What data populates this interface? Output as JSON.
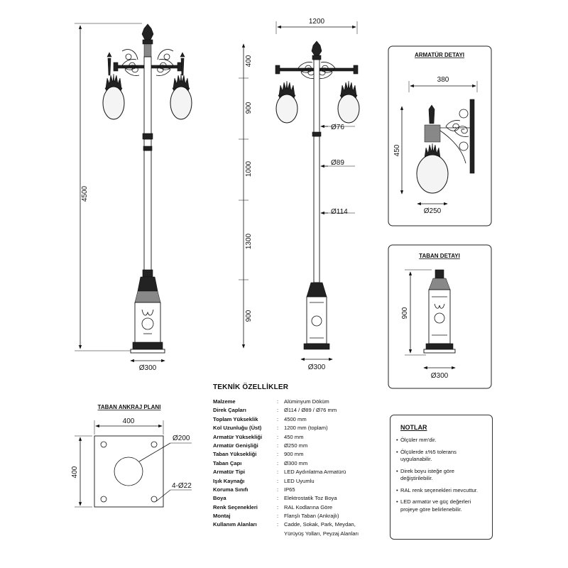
{
  "main_drawing": {
    "total_height": "4500",
    "base_diameter": "Ø300"
  },
  "side_drawing": {
    "width": "1200",
    "segments": [
      "400",
      "900",
      "1000",
      "1300",
      "900"
    ],
    "diameters": [
      "Ø76",
      "Ø89",
      "Ø114"
    ],
    "base_diameter": "Ø300"
  },
  "armature_detail": {
    "title": "ARMATÜR DETAYI",
    "width": "380",
    "height": "450",
    "diameter": "Ø250"
  },
  "base_detail": {
    "title": "TABAN DETAYI",
    "height": "900",
    "diameter": "Ø300"
  },
  "anchor_plan": {
    "title": "TABAN ANKRAJ PLANI",
    "width": "400",
    "height": "400",
    "center_hole": "Ø200",
    "bolt_holes": "4-Ø22"
  },
  "specs": {
    "title": "TEKNİK ÖZELLİKLER",
    "rows": [
      {
        "key": "Malzeme",
        "value": "Alüminyum Döküm"
      },
      {
        "key": "Direk Çapları",
        "value": "Ø114 / Ø89 / Ø76 mm"
      },
      {
        "key": "Toplam Yükseklik",
        "value": "4500 mm"
      },
      {
        "key": "Kol Uzunluğu (Üst)",
        "value": "1200 mm (toplam)"
      },
      {
        "key": "Armatür Yüksekliği",
        "value": "450 mm"
      },
      {
        "key": "Armatür Genişliği",
        "value": "Ø250 mm"
      },
      {
        "key": "Taban Yüksekliği",
        "value": "900 mm"
      },
      {
        "key": "Taban Çapı",
        "value": "Ø300 mm"
      },
      {
        "key": "Armatür Tipi",
        "value": "LED Aydınlatma Armatürü"
      },
      {
        "key": "Işık Kaynağı",
        "value": "LED Uyumlu"
      },
      {
        "key": "Koruma Sınıfı",
        "value": "IP65"
      },
      {
        "key": "Boya",
        "value": "Elektrostatik Toz Boya"
      },
      {
        "key": "Renk Seçenekleri",
        "value": "RAL Kodlarına Göre"
      },
      {
        "key": "Montaj",
        "value": "Flanşlı Taban (Ankrajlı)"
      },
      {
        "key": "Kullanım Alanları",
        "value": "Cadde, Sokak, Park, Meydan,"
      },
      {
        "key": "",
        "value": "Yürüyüş Yolları, Peyzaj Alanları"
      }
    ]
  },
  "notes": {
    "title": "NOTLAR",
    "bullet": "•",
    "items": [
      "Ölçüler mm'dir.",
      "Ölçülerde ±%5 tolerans uygulanabilir.",
      "Direk boyu isteğe göre değiştirilebilir.",
      "RAL renk seçenekleri mevcuttur.",
      "LED armatür ve güç değerleri projeye göre belirlenebilir."
    ]
  }
}
